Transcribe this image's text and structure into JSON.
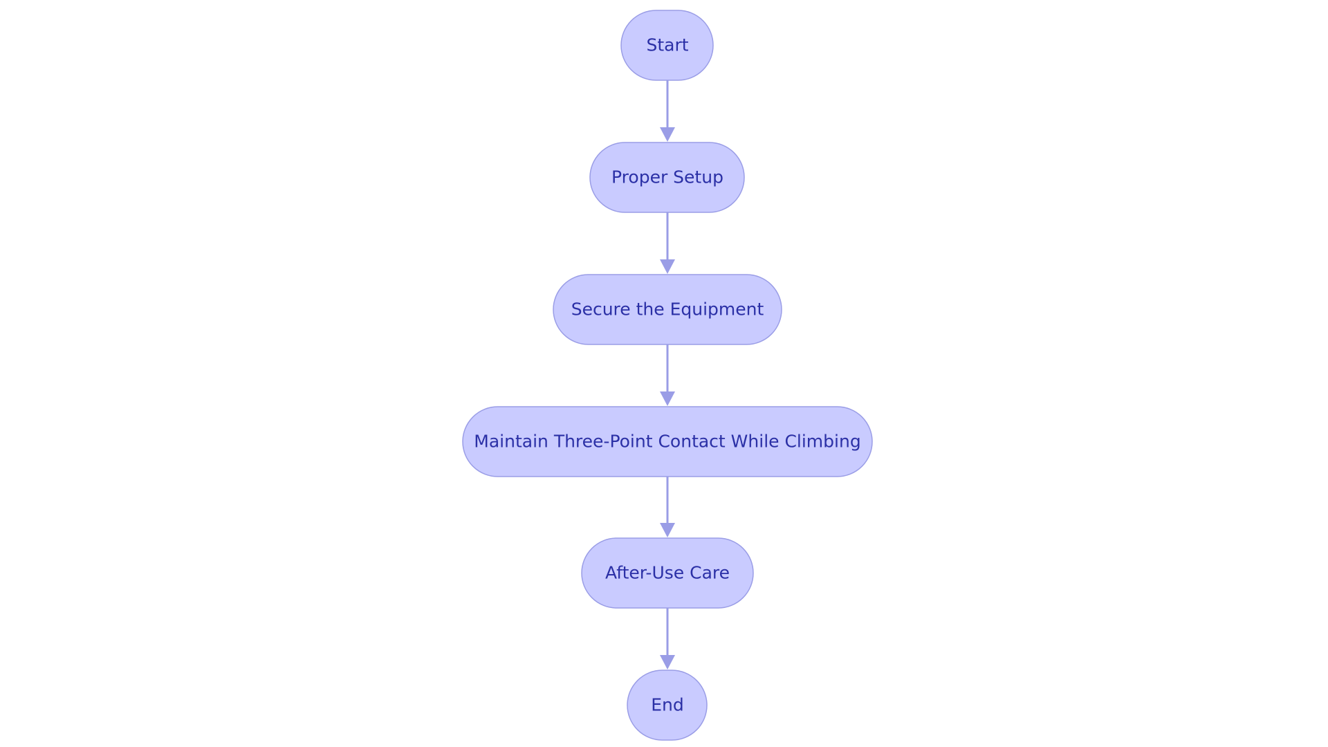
{
  "flowchart": {
    "direction": "top-to-bottom",
    "node_shape": "stadium",
    "colors": {
      "node_fill": "#c9cbff",
      "node_stroke": "#9a9de6",
      "text": "#2b30a6",
      "edge": "#9a9de6",
      "background": "#ffffff"
    },
    "nodes": [
      {
        "id": "start",
        "label": "Start"
      },
      {
        "id": "proper-setup",
        "label": "Proper Setup"
      },
      {
        "id": "secure-equipment",
        "label": "Secure the Equipment"
      },
      {
        "id": "three-point-contact",
        "label": "Maintain Three-Point Contact While Climbing"
      },
      {
        "id": "after-use-care",
        "label": "After-Use Care"
      },
      {
        "id": "end",
        "label": "End"
      }
    ],
    "edges": [
      {
        "from": "start",
        "to": "proper-setup"
      },
      {
        "from": "proper-setup",
        "to": "secure-equipment"
      },
      {
        "from": "secure-equipment",
        "to": "three-point-contact"
      },
      {
        "from": "three-point-contact",
        "to": "after-use-care"
      },
      {
        "from": "after-use-care",
        "to": "end"
      }
    ]
  }
}
